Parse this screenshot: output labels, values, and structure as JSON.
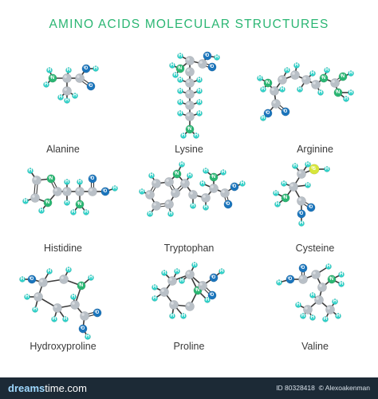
{
  "title": "AMINO ACIDS MOLECULAR STRUCTURES",
  "colors": {
    "title": "#2bb673",
    "carbon": "#b9c0c7",
    "hydrogen": "#2ed1c8",
    "nitrogen": "#2bb673",
    "oxygen": "#1b75bc",
    "sulfur": "#d7e63a",
    "bond": "#3b3b3b"
  },
  "atom_letters": {
    "H": "H",
    "N": "N",
    "O": "O",
    "S": "S"
  },
  "molecules": [
    {
      "name": "Alanine"
    },
    {
      "name": "Lysine"
    },
    {
      "name": "Arginine"
    },
    {
      "name": "Histidine"
    },
    {
      "name": "Tryptophan"
    },
    {
      "name": "Cysteine"
    },
    {
      "name": "Hydroxyproline"
    },
    {
      "name": "Proline"
    },
    {
      "name": "Valine"
    }
  ],
  "footer": {
    "logo_left": "dreams",
    "logo_right": "time.com",
    "id_text": "ID 80328418",
    "credit_text": "© Alexoakenman"
  }
}
